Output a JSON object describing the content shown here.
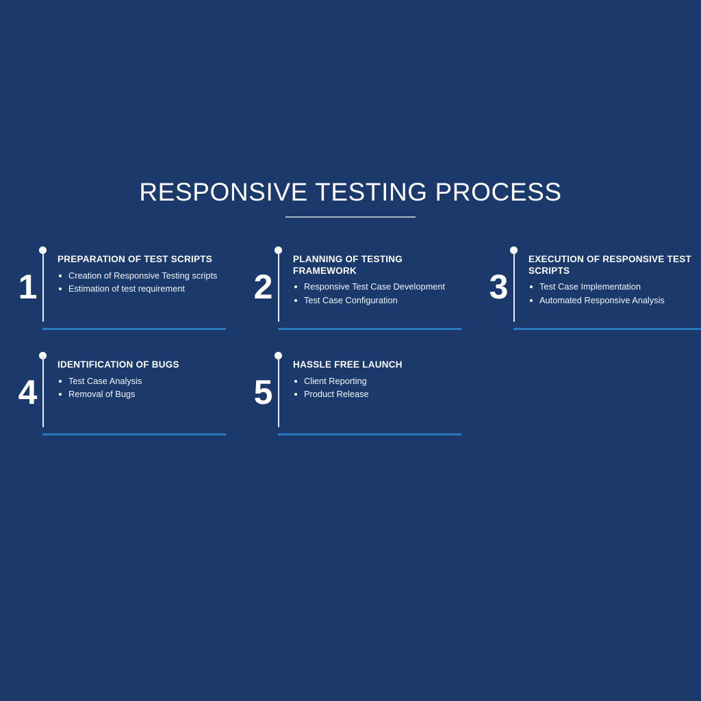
{
  "theme": {
    "background_color": "#1b3a6b",
    "accent_rule_color": "#2a7ac0",
    "title_divider_color": "#a9b6c9",
    "text_color": "#ffffff"
  },
  "header": {
    "title": "RESPONSIVE TESTING PROCESS"
  },
  "steps": [
    {
      "number": "1",
      "heading": "PREPARATION OF TEST SCRIPTS",
      "points": [
        "Creation of Responsive Testing scripts",
        "Estimation of test requirement"
      ]
    },
    {
      "number": "2",
      "heading": "PLANNING OF TESTING FRAMEWORK",
      "points": [
        "Responsive Test Case Development",
        "Test Case Configuration"
      ]
    },
    {
      "number": "3",
      "heading": "EXECUTION OF RESPONSIVE TEST SCRIPTS",
      "points": [
        "Test Case Implementation",
        "Automated Responsive Analysis"
      ]
    },
    {
      "number": "4",
      "heading": "IDENTIFICATION OF BUGS",
      "points": [
        "Test Case Analysis",
        "Removal of Bugs"
      ]
    },
    {
      "number": "5",
      "heading": "HASSLE FREE LAUNCH",
      "points": [
        "Client Reporting",
        "Product Release"
      ]
    }
  ]
}
